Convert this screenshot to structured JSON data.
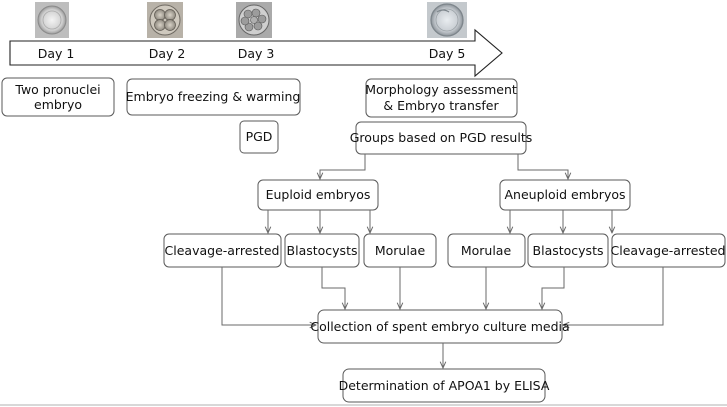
{
  "timeline": {
    "days": [
      "Day 1",
      "Day 2",
      "Day 3",
      "Day 5"
    ],
    "cell_images": [
      "zygote-image",
      "four-cell-embryo-image",
      "eight-cell-embryo-image",
      "blastocyst-image"
    ]
  },
  "stages": {
    "two_pronuclei_line1": "Two pronuclei",
    "two_pronuclei_line2": "embryo",
    "freezing_warming": "Embryo freezing & warming",
    "pgd": "PGD",
    "morphology_line1": "Morphology assessment",
    "morphology_line2": "& Embryo transfer"
  },
  "groups": {
    "title": "Groups based on PGD results",
    "euploid": "Euploid embryos",
    "aneuploid": "Aneuploid embryos",
    "euploid_children": [
      "Cleavage-arrested",
      "Blastocysts",
      "Morulae"
    ],
    "aneuploid_children": [
      "Morulae",
      "Blastocysts",
      "Cleavage-arrested"
    ]
  },
  "outcome": {
    "collection": "Collection of spent embryo culture media",
    "determination": "Determination of APOA1 by ELISA"
  },
  "colors": {
    "line": "#6a6a6a",
    "box_border": "#5a5a5a",
    "text": "#111111"
  }
}
